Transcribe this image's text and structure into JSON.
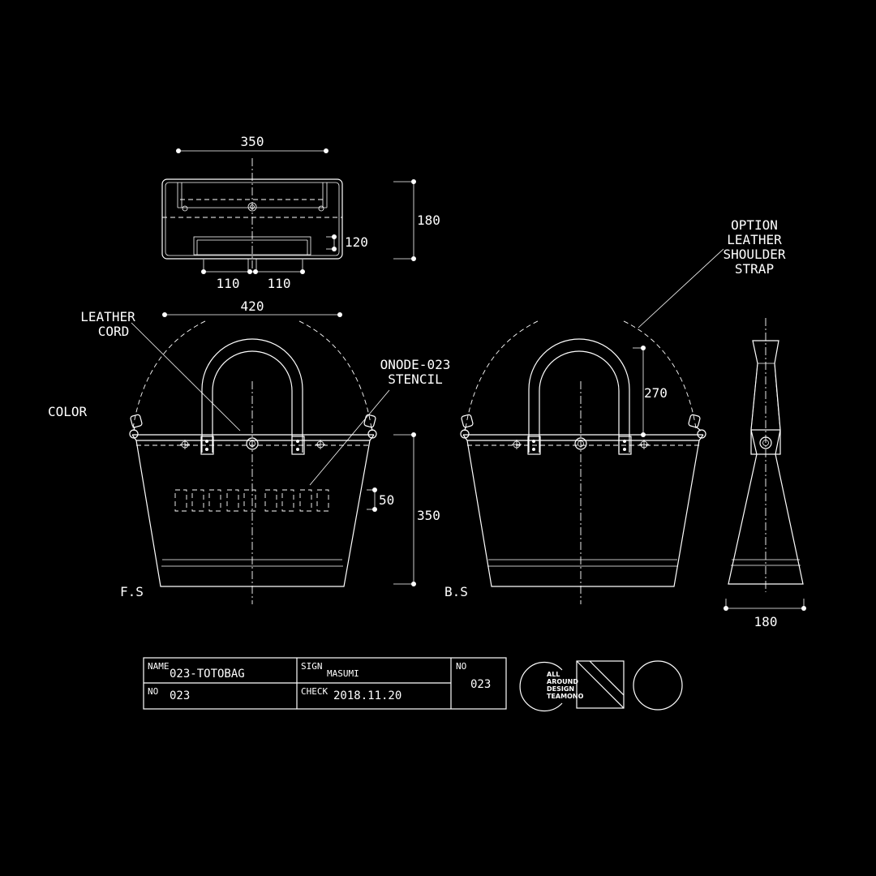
{
  "dimensions": {
    "top_width": "350",
    "top_depth": "180",
    "top_handle_depth": "120",
    "top_left_spacing": "110",
    "top_right_spacing": "110",
    "top_overall_width": "420",
    "handle_height": "270",
    "stencil_height": "50",
    "body_height": "350",
    "side_width": "180"
  },
  "callouts": {
    "leather_cord": [
      "LEATHER",
      "CORD"
    ],
    "stencil": [
      "ONODE-023",
      "STENCIL"
    ],
    "shoulder_strap": [
      "OPTION",
      "LEATHER",
      "SHOULDER",
      "STRAP"
    ]
  },
  "labels": {
    "color": "COLOR",
    "front_side": "F.S",
    "back_side": "B.S"
  },
  "title_block": {
    "name_label": "NAME",
    "name_value": "023-TOTOBAG",
    "sign_label": "SIGN",
    "sign_value": "MASUMI",
    "no_label": "NO",
    "no_value": "023",
    "check_label": "CHECK",
    "check_value": "2018.11.20",
    "no2_label": "NO",
    "no2_value": "023"
  },
  "logo": {
    "lines": [
      "ALL",
      "AROUND",
      "DESIGN",
      "TEAMONO"
    ]
  }
}
